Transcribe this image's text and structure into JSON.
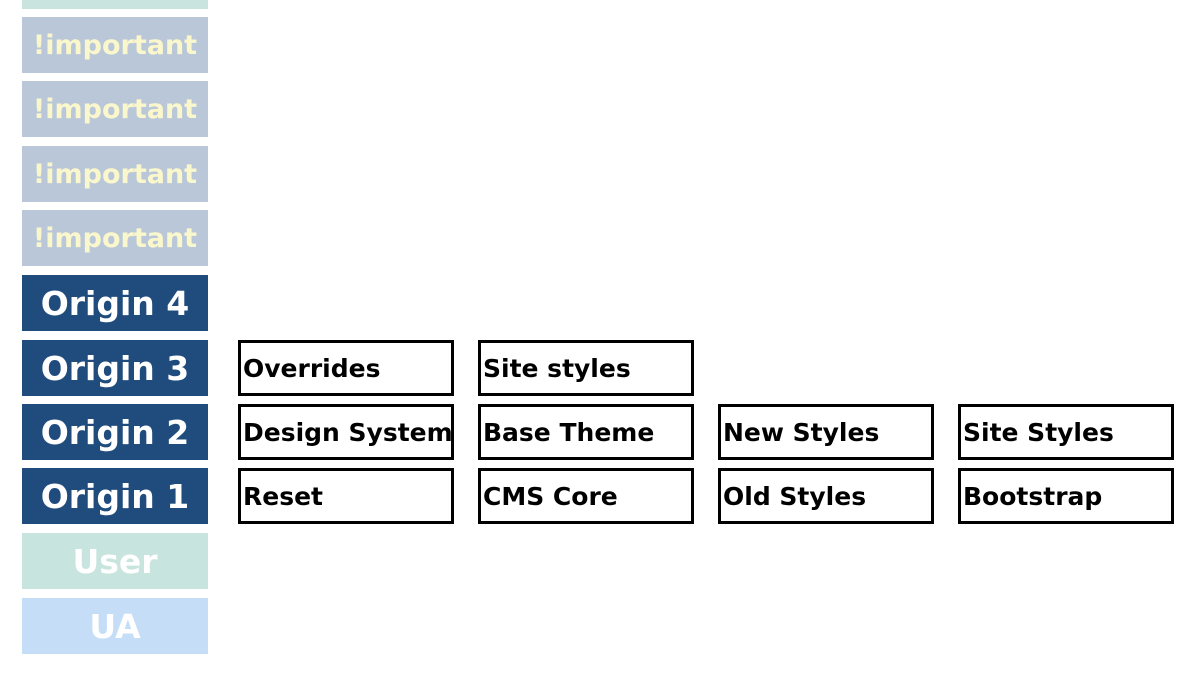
{
  "stack": {
    "important_label": "!important",
    "origin4": "Origin 4",
    "origin3": "Origin 3",
    "origin2": "Origin 2",
    "origin1": "Origin 1",
    "user": "User",
    "ua": "UA"
  },
  "layers": {
    "origin3": [
      "Overrides",
      "Site styles"
    ],
    "origin2": [
      "Design System",
      "Base Theme",
      "New Styles",
      "Site Styles"
    ],
    "origin1": [
      "Reset",
      "CMS Core",
      "Old Styles",
      "Bootstrap"
    ]
  },
  "colors": {
    "important_bg": "#b9c7d8",
    "important_text": "#fbf7cc",
    "origin_bg": "#1f4c7d",
    "user_bg": "#c8e4df",
    "ua_bg": "#c6ddf8"
  }
}
